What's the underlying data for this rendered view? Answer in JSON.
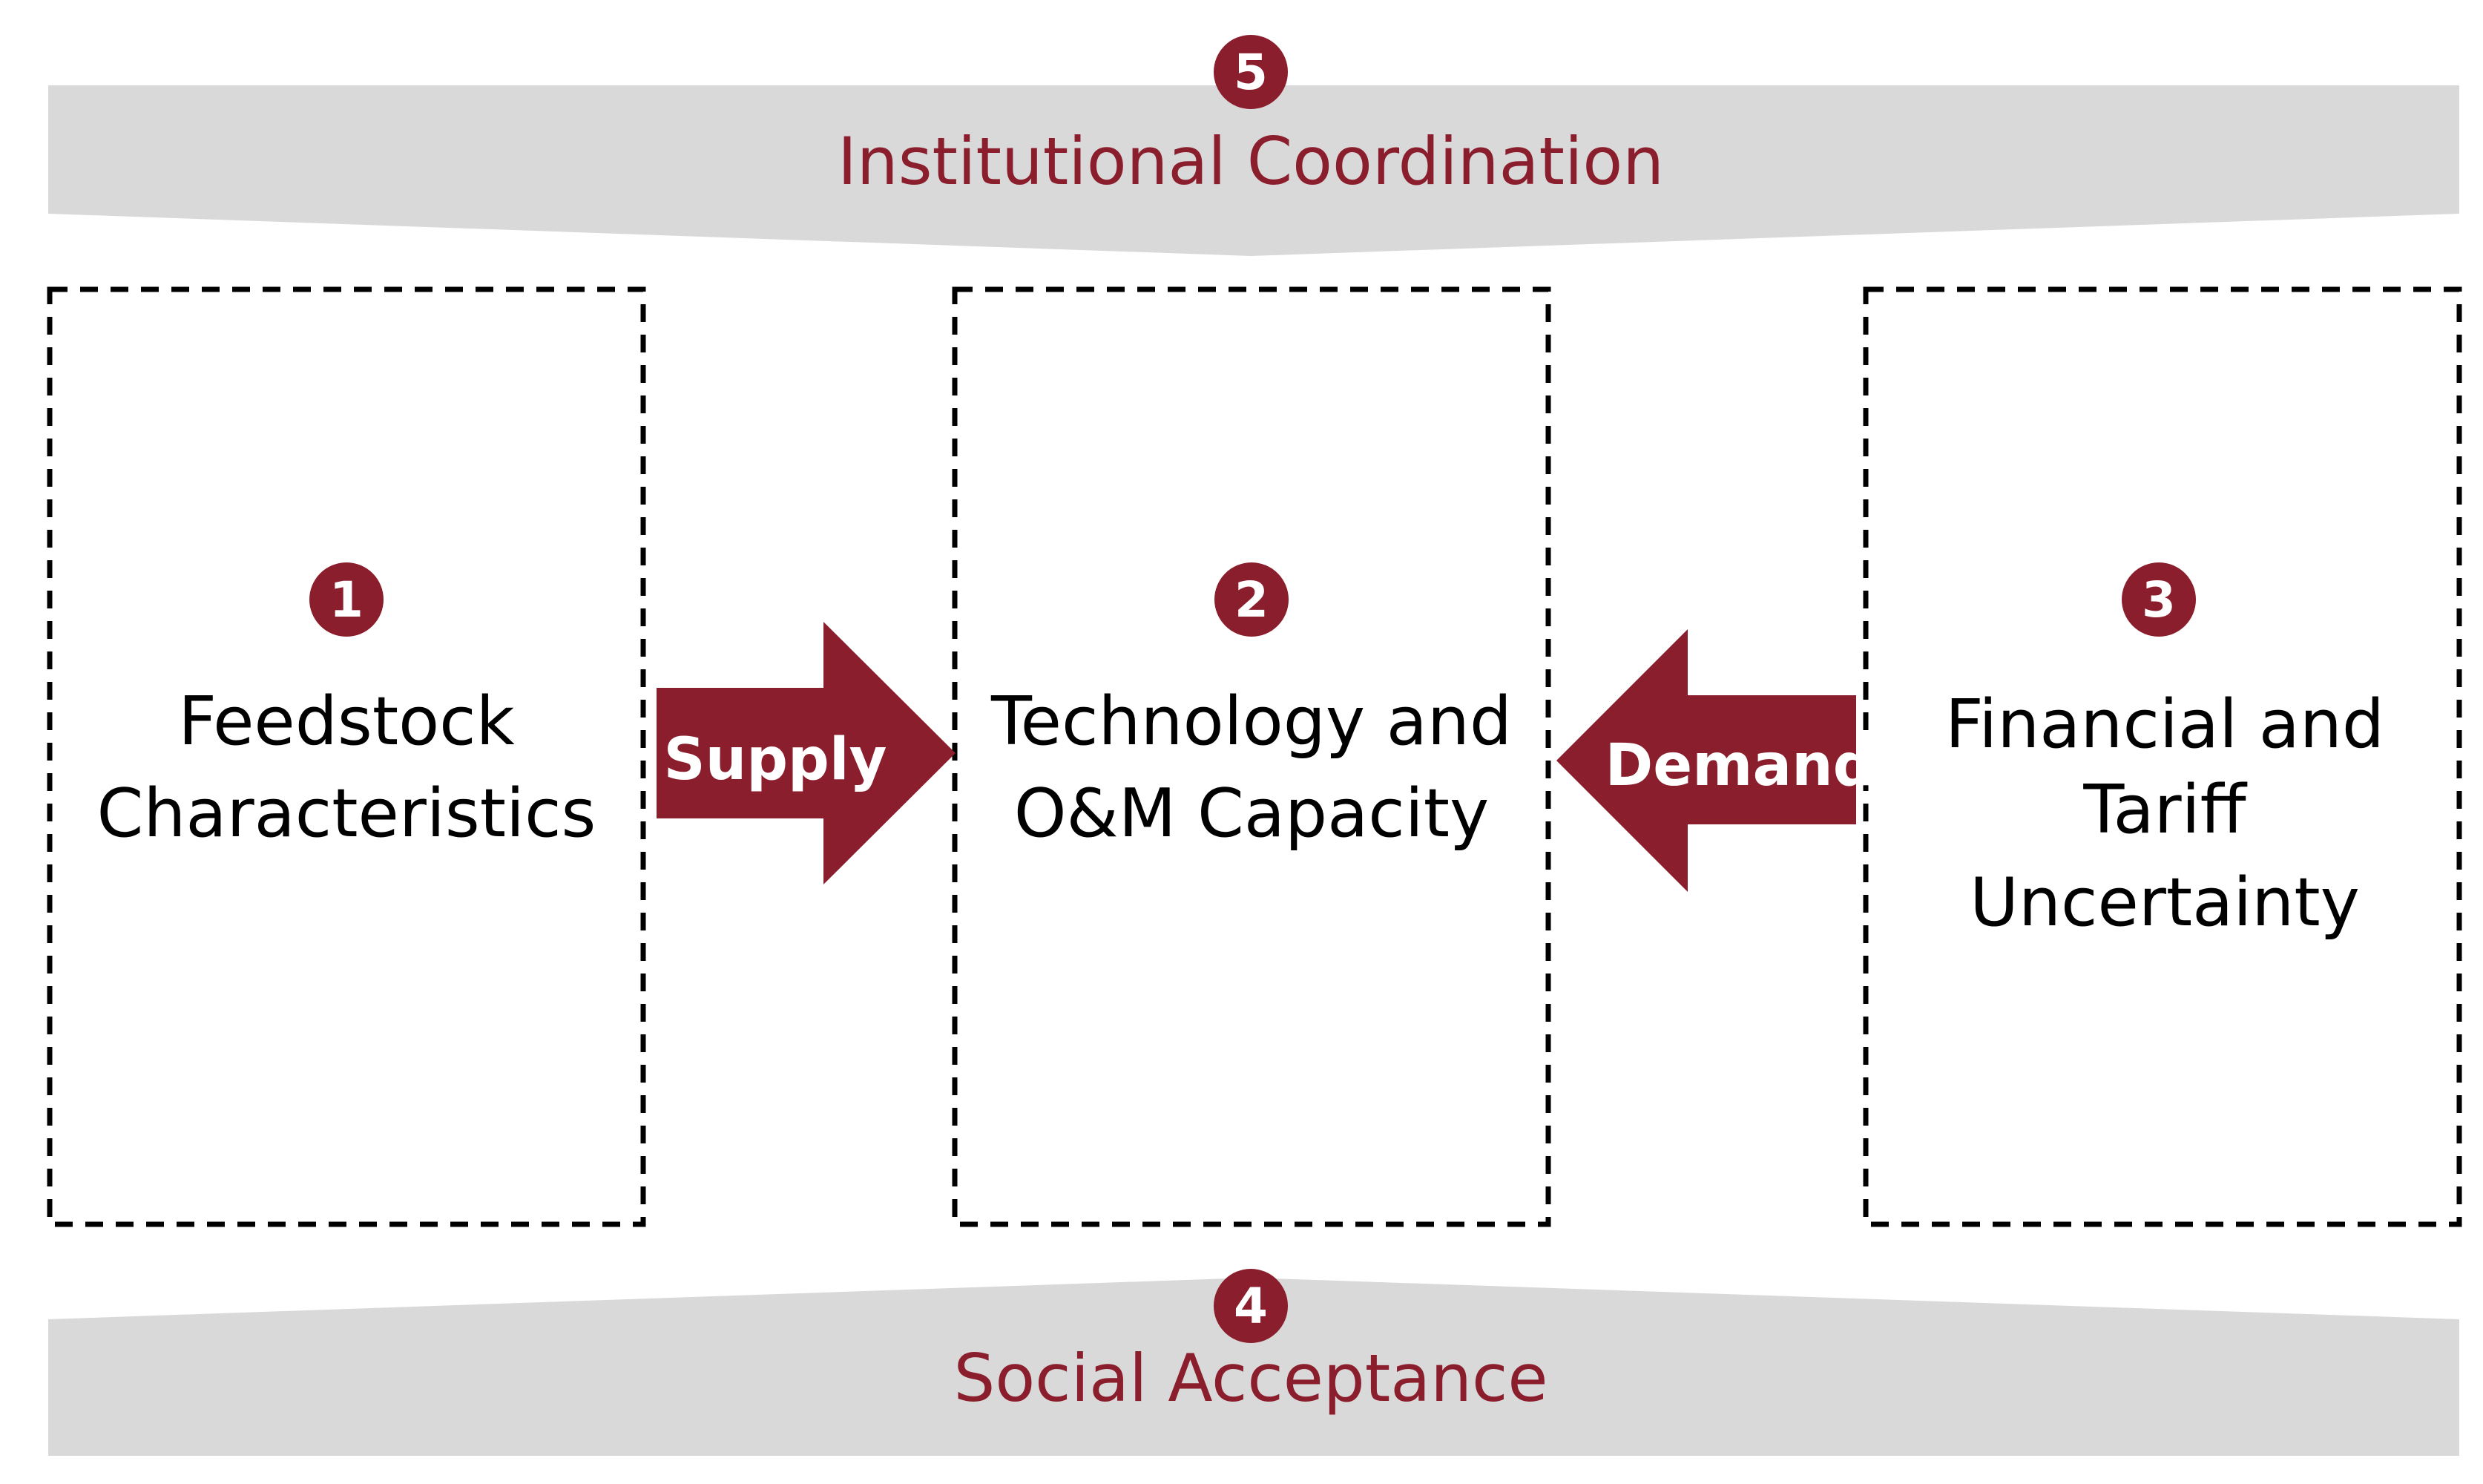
{
  "colors": {
    "accent": "#8b1e2c",
    "band": "#d9d9d9",
    "border": "#000000",
    "text": "#000000",
    "badge_text": "#ffffff"
  },
  "top_band": {
    "number": "5",
    "label": "Institutional Coordination"
  },
  "bottom_band": {
    "number": "4",
    "label": "Social Acceptance"
  },
  "boxes": [
    {
      "number": "1",
      "lines": [
        "Feedstock",
        "Characteristics"
      ]
    },
    {
      "number": "2",
      "lines": [
        "Technology and",
        "O&M Capacity"
      ]
    },
    {
      "number": "3",
      "lines": [
        "Financial and",
        "Tariff",
        "Uncertainty"
      ]
    }
  ],
  "arrows": {
    "supply": "Supply",
    "demand": "Demand"
  }
}
